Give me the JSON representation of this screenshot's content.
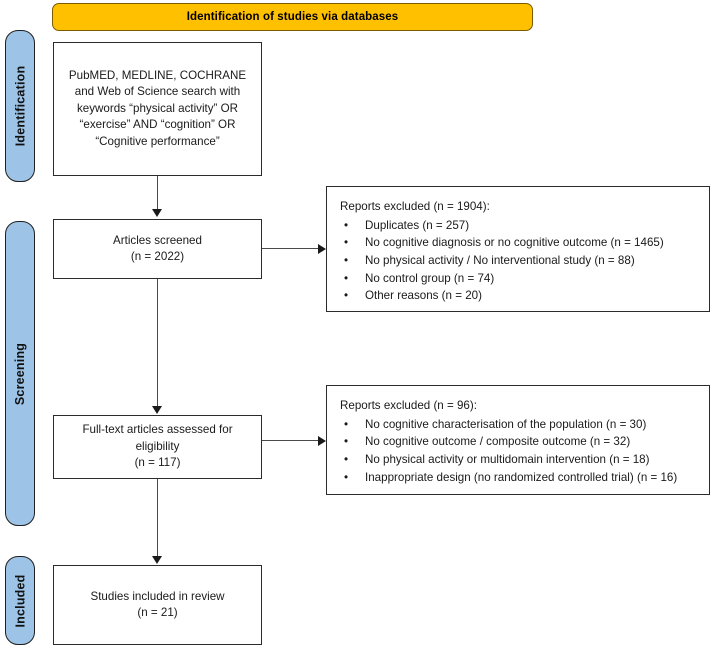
{
  "banner": {
    "title": "Identification of studies via databases"
  },
  "stages": [
    {
      "id": "identification",
      "label": "Identification"
    },
    {
      "id": "screening",
      "label": "Screening"
    },
    {
      "id": "included",
      "label": "Included"
    }
  ],
  "flow": {
    "search": {
      "text": "PubMED, MEDLINE, COCHRANE and Web of Science search with keywords “physical activity” OR “exercise” AND “cognition” OR “Cognitive performance”"
    },
    "screened": {
      "text": "Articles screened\n(n = 2022)"
    },
    "fulltext": {
      "text": "Full-text articles assessed for eligibility\n(n = 117)"
    },
    "included": {
      "text": "Studies included in review\n(n = 21)"
    }
  },
  "exclusions": [
    {
      "title": "Reports excluded (n = 1904):",
      "bullet": "•",
      "items": [
        "Duplicates (n = 257)",
        "No cognitive diagnosis or no cognitive outcome (n = 1465)",
        "No physical activity / No interventional study (n = 88)",
        "No control group (n = 74)",
        "Other reasons (n = 20)"
      ]
    },
    {
      "title": "Reports excluded (n = 96):",
      "bullet": "•",
      "items": [
        "No cognitive characterisation of the population (n = 30)",
        "No cognitive outcome / composite outcome (n = 32)",
        "No physical activity or multidomain intervention (n = 18)",
        "Inappropriate design (no randomized controlled trial) (n = 16)"
      ]
    }
  ],
  "colors": {
    "banner": "#FFC000",
    "stage_pill": "#9DC3E6",
    "box_border": "#2b2b2b",
    "connector": "#4a4a4a"
  }
}
